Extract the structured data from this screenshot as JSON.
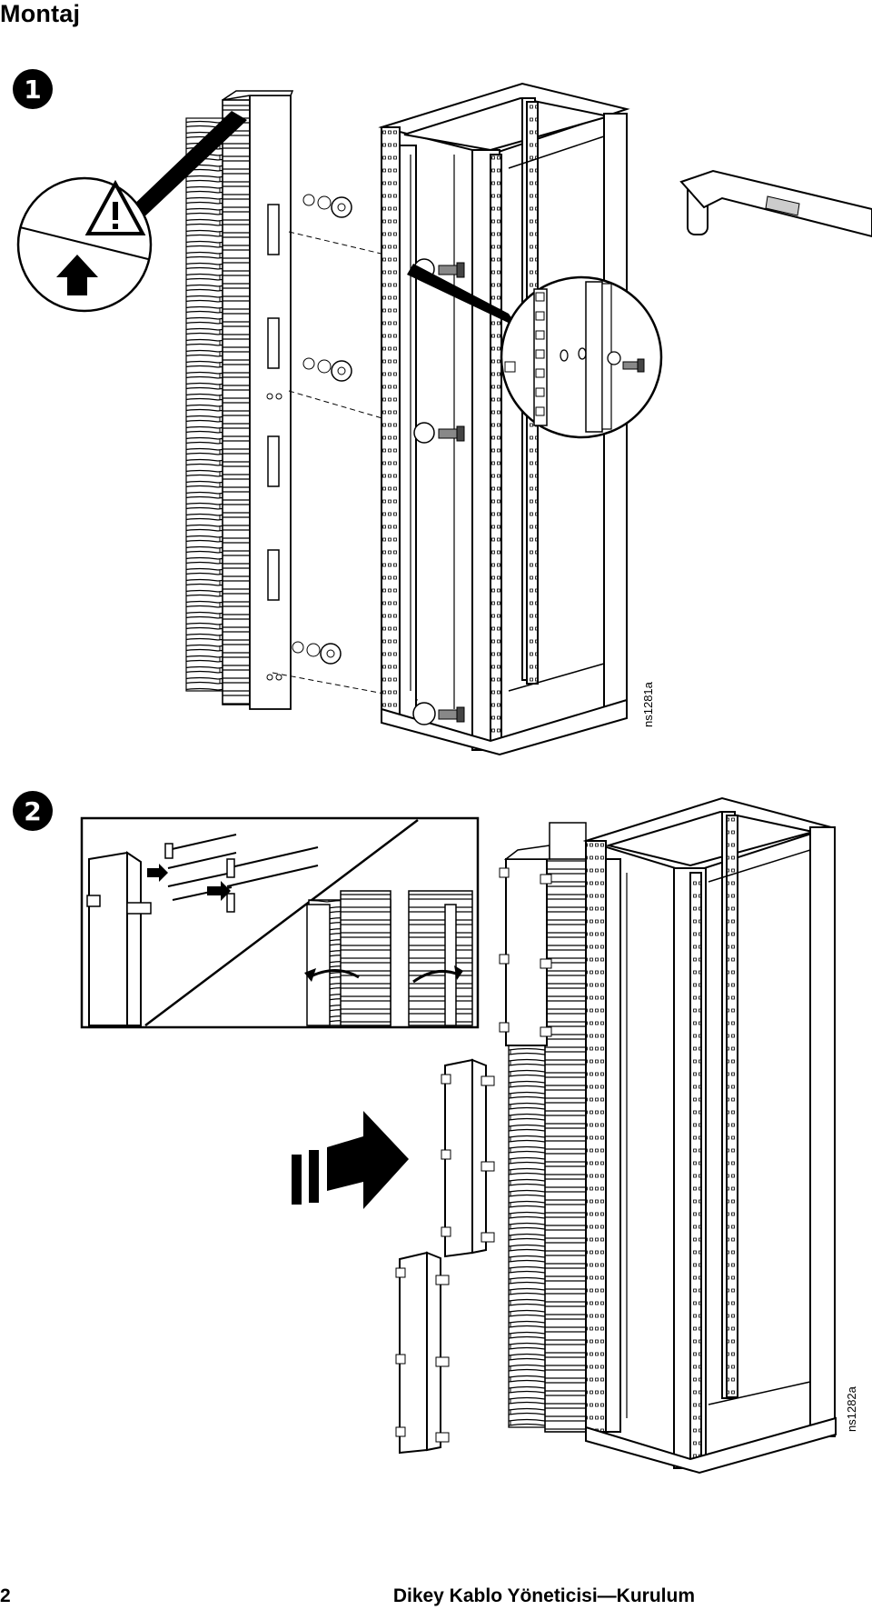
{
  "page": {
    "title": "Montaj",
    "page_number": "2",
    "footer_title": "Dikey Kablo Yöneticisi—Kurulum"
  },
  "steps": [
    {
      "number": "1",
      "figure_code": "ns1281a"
    },
    {
      "number": "2",
      "figure_code": "ns1282a"
    }
  ],
  "icons": {
    "warning": "warning-triangle-icon",
    "direction": "up-arrow-icon",
    "push": "push-arrow-icon",
    "tool": "socket-wrench-icon"
  }
}
